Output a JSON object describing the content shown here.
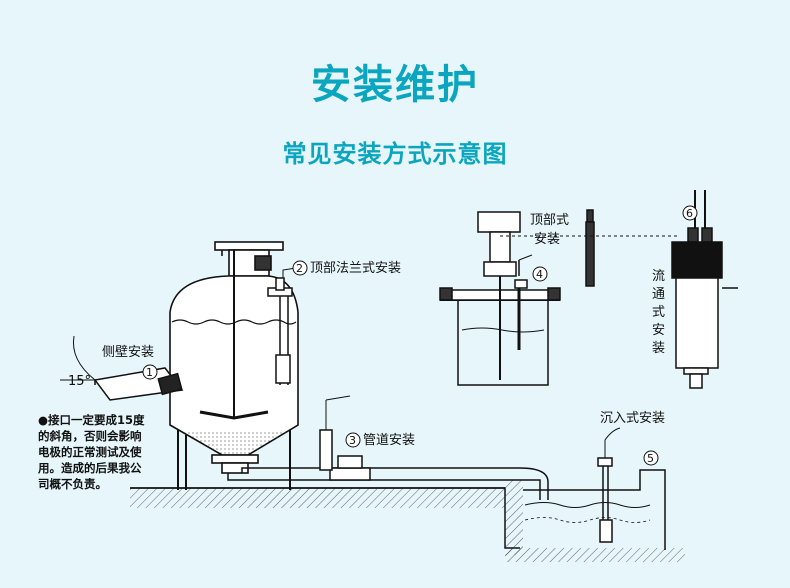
{
  "header": {
    "title": "安装维护",
    "subtitle": "常见安装方式示意图"
  },
  "labels": {
    "side_wall": "侧壁安装",
    "side_wall_num": "1",
    "angle": "15°",
    "top_flange": "顶部法兰式安装",
    "top_flange_num": "2",
    "pipe": "管道安装",
    "pipe_num": "3",
    "top_install_line1": "顶部式",
    "top_install_line2": "安装",
    "top_install_num": "4",
    "submerged": "沉入式安装",
    "submerged_num": "5",
    "flow_vertical": [
      "流",
      "通",
      "式",
      "安",
      "装"
    ],
    "flow_num": "6"
  },
  "note": {
    "lines": [
      "●接口一定要成15度",
      "的斜角，否则会影响",
      "电极的正常测试及使",
      "用。造成的后果我公",
      "司概不负责。"
    ]
  },
  "colors": {
    "accent": "#0aa6bf",
    "background": "#e6f6fb",
    "line": "#111111"
  }
}
